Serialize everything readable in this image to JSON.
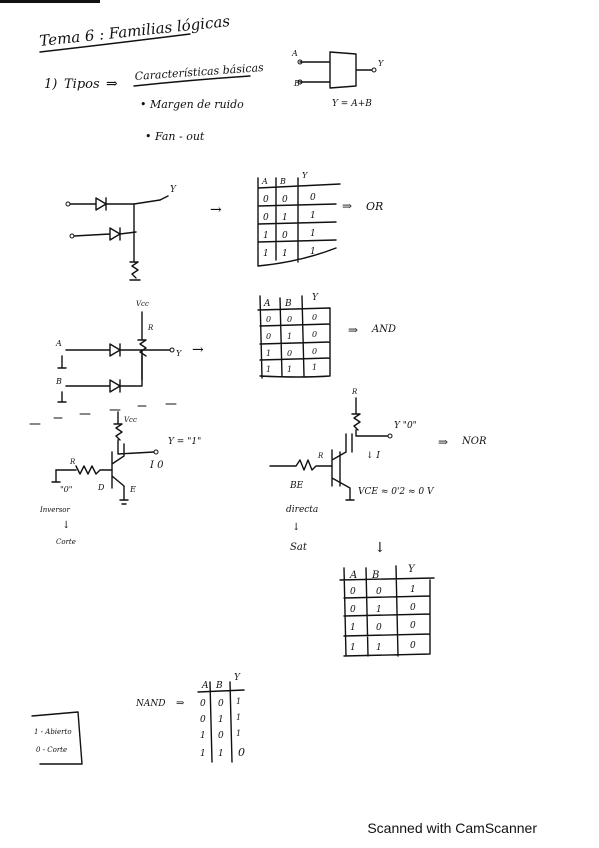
{
  "title": "Tema 6 : Familias lógicas",
  "section": {
    "number": "1)",
    "types": "Tipos",
    "arrow": "⇒",
    "heading": "Características básicas",
    "bullets": [
      "Margen de ruido",
      "Fan - out"
    ]
  },
  "gate_symbol": {
    "a": "A",
    "b": "B",
    "y": "Y",
    "equation": "Y = A+B"
  },
  "or_section": {
    "y_label": "Y",
    "headers": [
      "A",
      "B",
      "Y"
    ],
    "rows": [
      [
        "0",
        "0",
        "0"
      ],
      [
        "0",
        "1",
        "1"
      ],
      [
        "1",
        "0",
        "1"
      ],
      [
        "1",
        "1",
        "1"
      ]
    ],
    "result": "OR"
  },
  "and_section": {
    "vcc": "Vcc",
    "r": "R",
    "a": "A",
    "b": "B",
    "y": "Y",
    "headers": [
      "A",
      "B",
      "Y"
    ],
    "rows": [
      [
        "0",
        "0",
        "0"
      ],
      [
        "0",
        "1",
        "0"
      ],
      [
        "1",
        "0",
        "0"
      ],
      [
        "1",
        "1",
        "1"
      ]
    ],
    "result": "AND"
  },
  "transistor_left": {
    "vcc": "Vcc",
    "y_eq": "Y = \"1\"",
    "r": "R",
    "input": "\"0\"",
    "d": "D",
    "e": "E",
    "io": "I 0",
    "note_1": "Inversor",
    "note_2": "Corte"
  },
  "transistor_right": {
    "r": "R",
    "y_eq": "Y \"0\"",
    "current": "I",
    "be": "BE",
    "be_state": "directa",
    "sat": "Sat",
    "vce": "VCE ≈ 0'2 ≈ 0 V",
    "result": "NOR",
    "headers": [
      "A",
      "B",
      "Y"
    ],
    "rows": [
      [
        "0",
        "0",
        "1"
      ],
      [
        "0",
        "1",
        "0"
      ],
      [
        "1",
        "0",
        "0"
      ],
      [
        "1",
        "1",
        "0"
      ]
    ]
  },
  "nand": {
    "label": "NAND",
    "headers": [
      "A",
      "B",
      "Y"
    ],
    "rows": [
      [
        "0",
        "0",
        "1"
      ],
      [
        "0",
        "1",
        "1"
      ],
      [
        "1",
        "0",
        "1"
      ],
      [
        "1",
        "1",
        "0"
      ]
    ]
  },
  "legend": {
    "line1": "1 - Abierto",
    "line2": "0 - Corte"
  },
  "footer": "Scanned with CamScanner"
}
